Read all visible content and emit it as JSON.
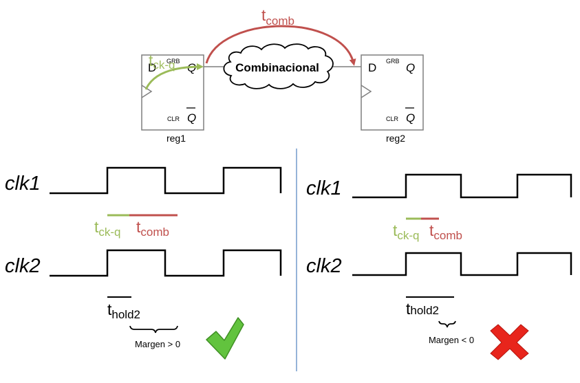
{
  "colors": {
    "green": "#9bbb59",
    "red": "#c0504d",
    "check_green": "#62c33e",
    "cross_red": "#e8251c",
    "divider": "#4f81bd",
    "wire": "#7f7f7f"
  },
  "top": {
    "tcomb": {
      "main": "t",
      "sub": "comb"
    },
    "tckq": {
      "main": "t",
      "sub": "ck-q"
    },
    "cloud_label": "Combinacional",
    "reg1": {
      "name": "reg1",
      "d": "D",
      "q": "Q",
      "qbar": "Q",
      "grb": "GRB",
      "clr": "CLR"
    },
    "reg2": {
      "name": "reg2",
      "d": "D",
      "q": "Q",
      "qbar": "Q",
      "grb": "GRB",
      "clr": "CLR"
    }
  },
  "left": {
    "clk1": "clk1",
    "clk2": "clk2",
    "tckq": {
      "main": "t",
      "sub": "ck-q"
    },
    "tcomb": {
      "main": "t",
      "sub": "comb"
    },
    "thold": {
      "main": "t",
      "sub": "hold2"
    },
    "margin": "Margen > 0",
    "result_icon": "checkmark-icon"
  },
  "right": {
    "clk1": "clk1",
    "clk2": "clk2",
    "tckq": {
      "main": "t",
      "sub": "ck-q"
    },
    "tcomb": {
      "main": "t",
      "sub": "comb"
    },
    "thold": {
      "main": "t",
      "sub": "hold2"
    },
    "margin": "Margen < 0",
    "result_icon": "cross-icon"
  }
}
